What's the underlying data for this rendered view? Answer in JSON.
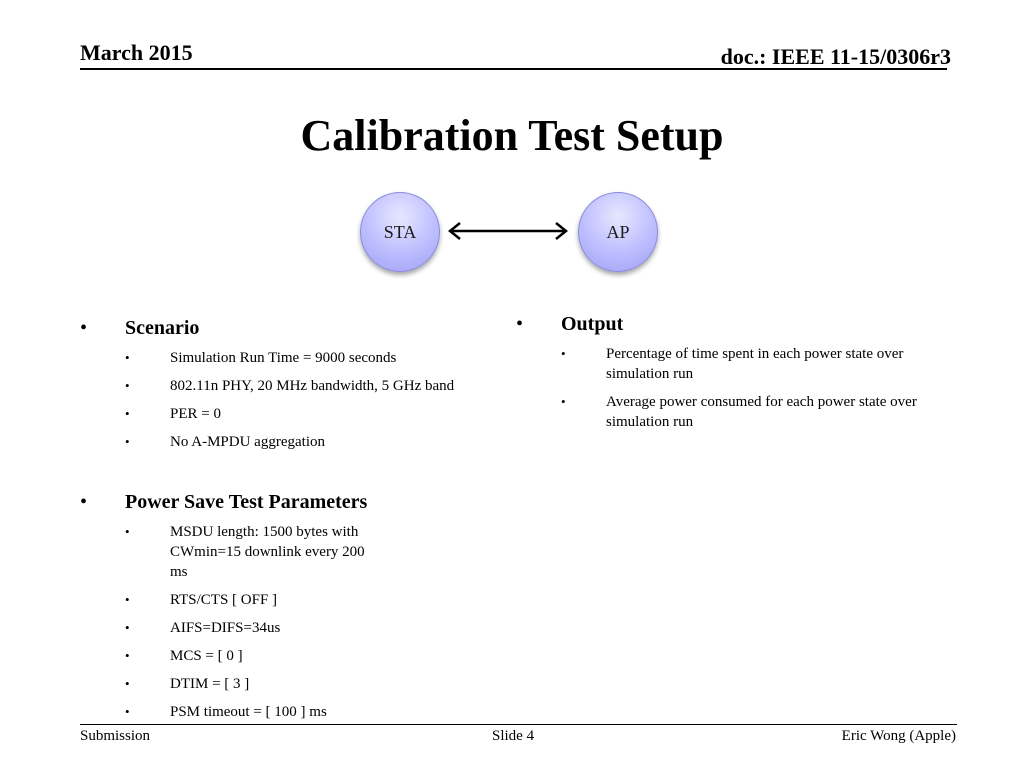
{
  "header": {
    "date": "March 2015",
    "doc_id": "doc.: IEEE 11-15/0306r3"
  },
  "title": "Calibration Test Setup",
  "diagram": {
    "node_left": "STA",
    "node_right": "AP",
    "connector": "double-headed-arrow",
    "node_color": "#bdbdff"
  },
  "scenario": {
    "heading": "Scenario",
    "items": [
      "Simulation Run Time = 9000 seconds",
      "802.11n PHY, 20 MHz bandwidth, 5 GHz  band",
      "PER = 0",
      "No A-MPDU aggregation"
    ]
  },
  "power_save": {
    "heading": "Power Save Test Parameters",
    "items": [
      "MSDU length: 1500 bytes with CWmin=15 downlink every 200 ms",
      "RTS/CTS [ OFF ]",
      "AIFS=DIFS=34us",
      "MCS = [ 0 ]",
      "DTIM = [ 3 ]",
      "PSM timeout = [ 100 ] ms"
    ]
  },
  "output": {
    "heading": "Output",
    "items": [
      "Percentage of time spent in each power state over simulation run",
      "Average power consumed for each power state over simulation run"
    ]
  },
  "footer": {
    "left": "Submission",
    "center": "Slide 4",
    "right": "Eric Wong (Apple)"
  }
}
